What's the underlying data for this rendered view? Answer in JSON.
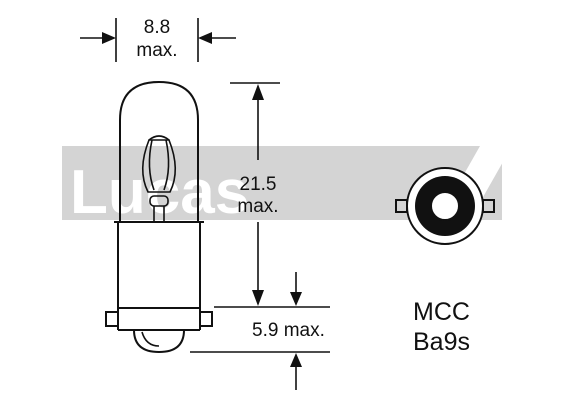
{
  "watermark": {
    "text": "Lucas"
  },
  "dimensions": {
    "width": {
      "value": "8.8",
      "unit": "max."
    },
    "length": {
      "value": "21.5",
      "unit": "max."
    },
    "base_offset": {
      "label": "5.9 max."
    }
  },
  "bulb": {
    "type": "MCC",
    "base": "Ba9s"
  },
  "colors": {
    "line": "#111111",
    "watermark": "#d0d0d0",
    "background": "#ffffff"
  }
}
